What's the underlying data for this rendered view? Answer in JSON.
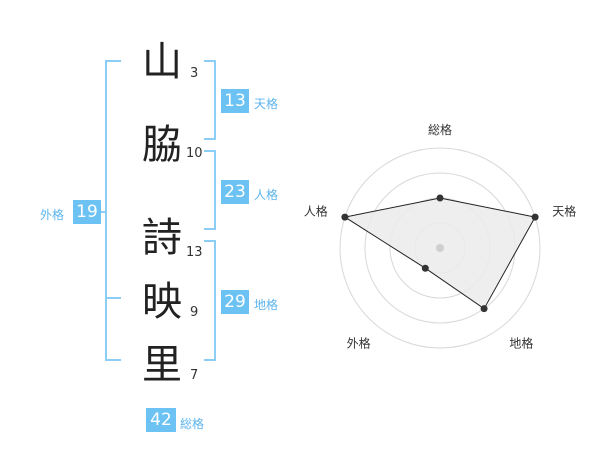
{
  "name": {
    "chars": [
      "山",
      "脇",
      "詩",
      "映",
      "里"
    ],
    "strokes": [
      "3",
      "10",
      "13",
      "9",
      "7"
    ]
  },
  "fortune": {
    "tenkaku": {
      "value": "13",
      "label": "天格"
    },
    "jinkaku": {
      "value": "23",
      "label": "人格"
    },
    "chikaku": {
      "value": "29",
      "label": "地格"
    },
    "gaikaku": {
      "value": "19",
      "label": "外格"
    },
    "soukaku": {
      "value": "42",
      "label": "総格"
    }
  },
  "chart_data": {
    "type": "radar",
    "axes": [
      "総格",
      "天格",
      "地格",
      "外格",
      "人格"
    ],
    "values": [
      2,
      4,
      3,
      1,
      4
    ],
    "max": 4,
    "levels": 4,
    "fill": "#ebebeb",
    "stroke": "#222222"
  },
  "colors": {
    "accent": "#6cc2f3",
    "bracket": "#8ccdf5",
    "label": "#5cb4ec"
  }
}
